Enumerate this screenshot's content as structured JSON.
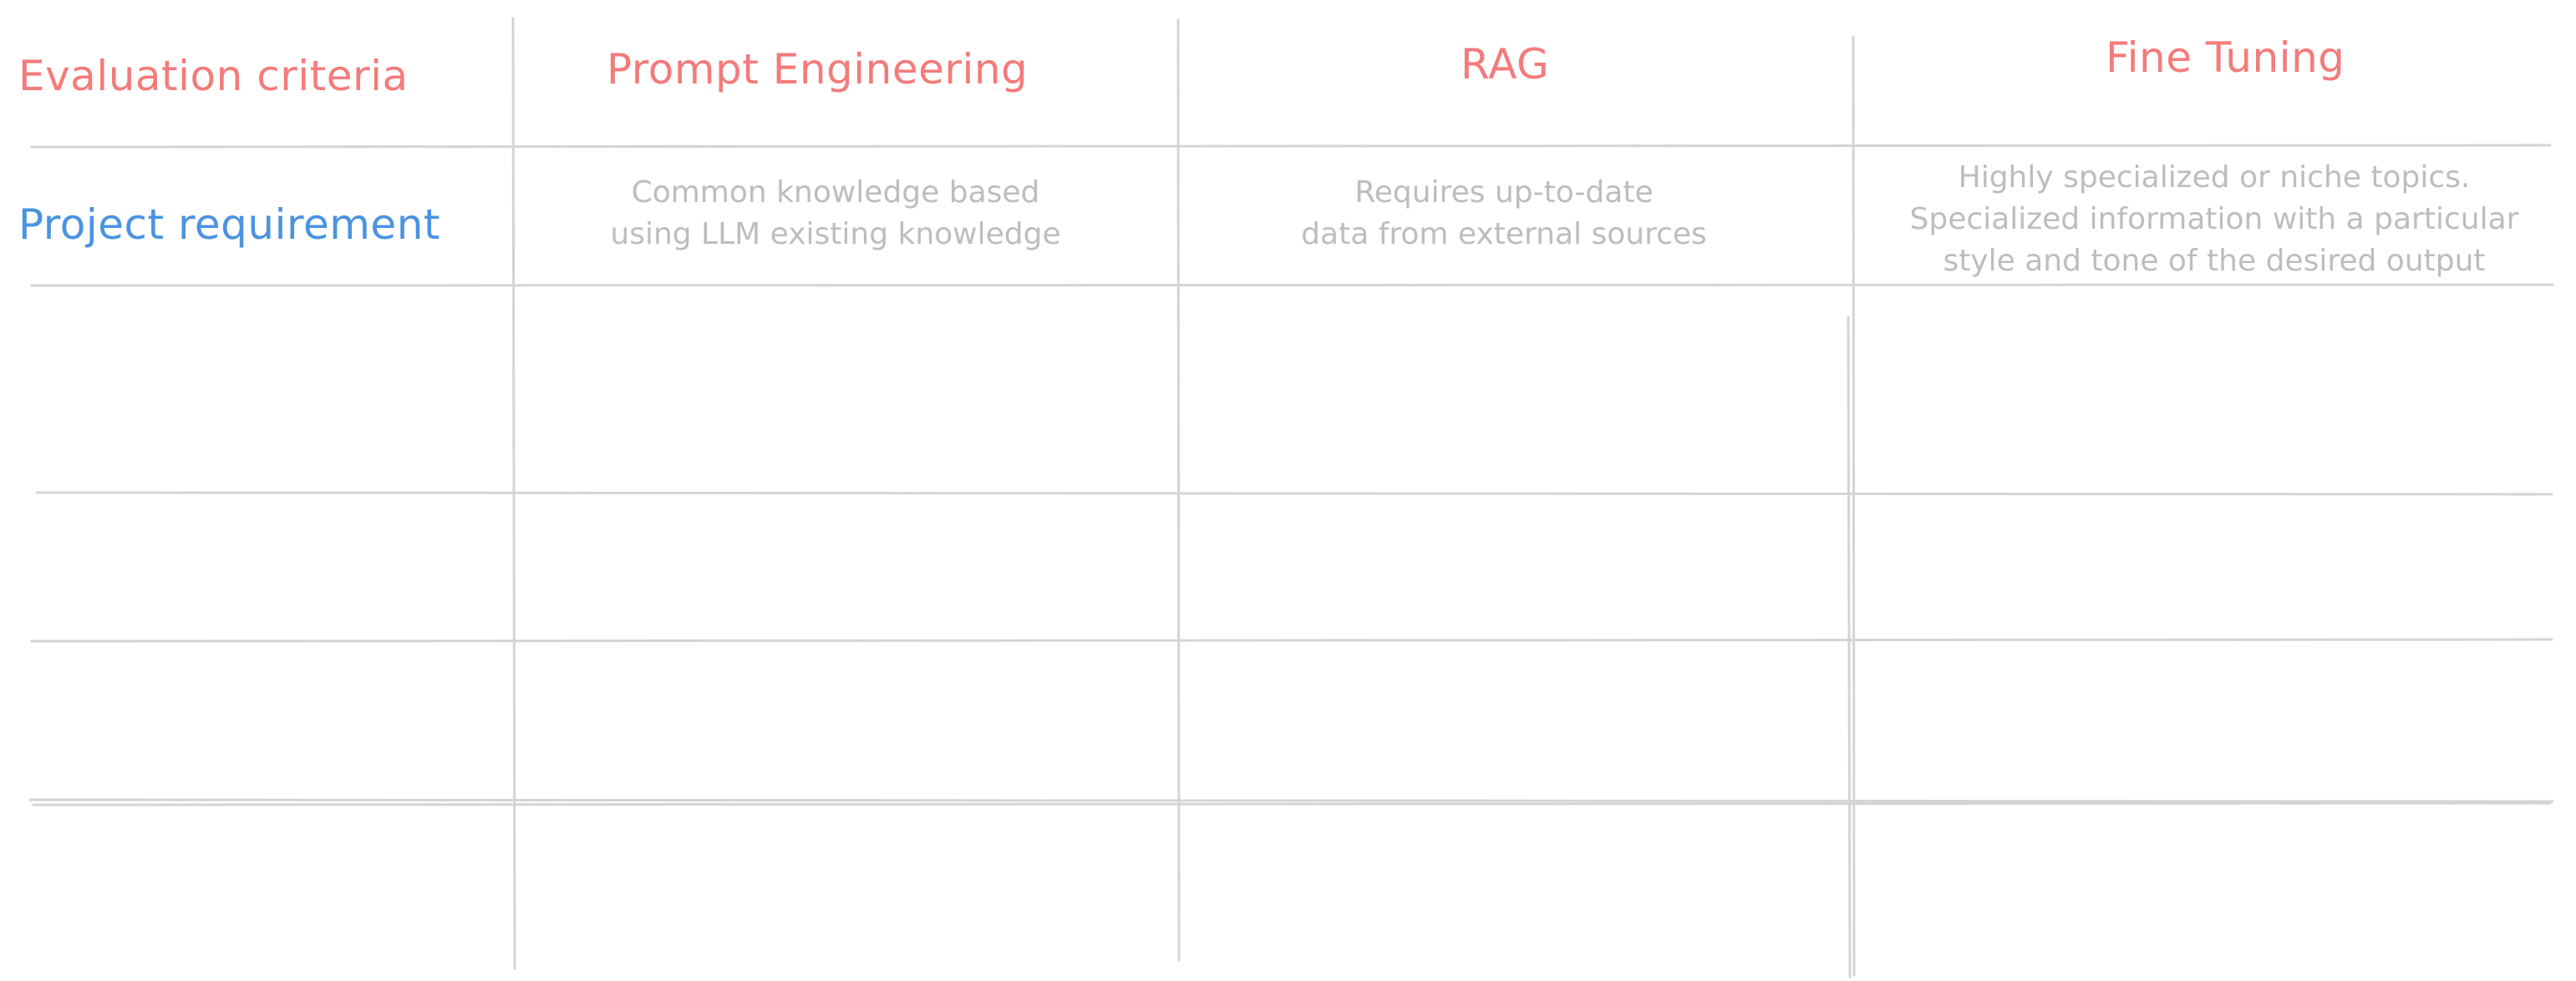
{
  "table": {
    "headers": {
      "criteria": "Evaluation criteria",
      "prompt_engineering": "Prompt Engineering",
      "rag": "RAG",
      "fine_tuning": "Fine Tuning"
    },
    "rows": [
      {
        "label": "Project requirement",
        "prompt_engineering": [
          "Common knowledge based",
          "using LLM existing knowledge"
        ],
        "rag": [
          "Requires up-to-date",
          "data from external sources"
        ],
        "fine_tuning": [
          "Highly specialized or niche topics.",
          "Specialized information with a particular",
          "style and tone of the desired output"
        ]
      }
    ]
  },
  "colors": {
    "header_accent": "#f47b7b",
    "row_label_accent": "#4a93e0",
    "description_text": "#bdbdbd",
    "grid_line": "#d4d4d4"
  }
}
